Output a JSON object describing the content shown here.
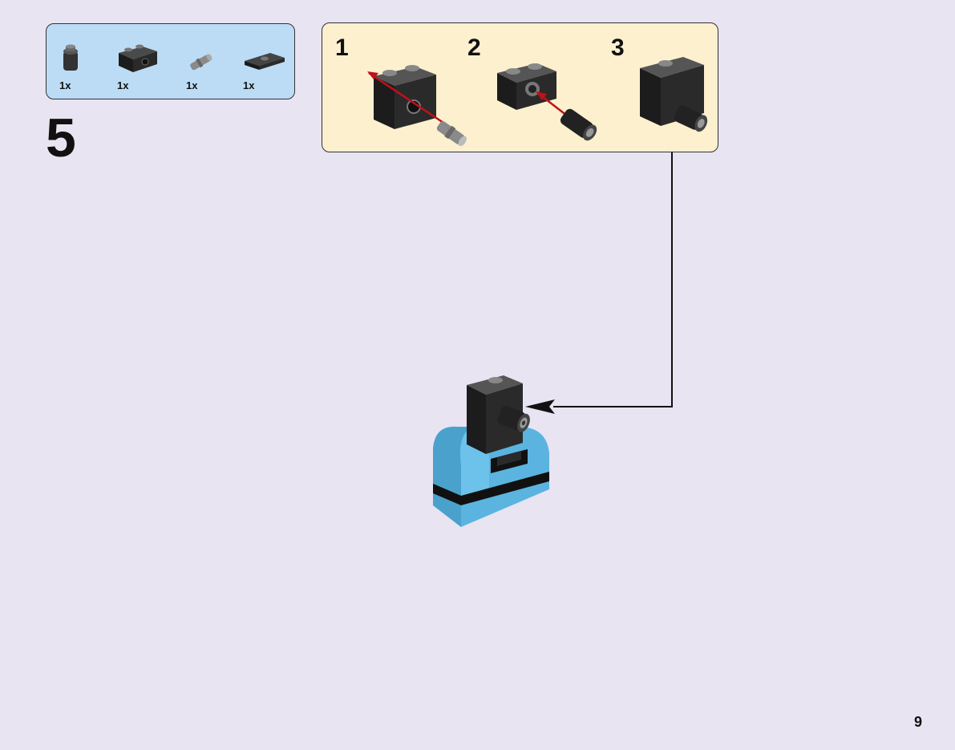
{
  "parts_list": {
    "items": [
      {
        "icon": "round-2x2-brick-icon",
        "quantity": "1x"
      },
      {
        "icon": "technic-brick-1x2-icon",
        "quantity": "1x"
      },
      {
        "icon": "technic-pin-icon",
        "quantity": "1x"
      },
      {
        "icon": "jumper-plate-icon",
        "quantity": "1x"
      }
    ]
  },
  "step": {
    "number": "5"
  },
  "sub_assembly": {
    "steps": [
      {
        "number": "1"
      },
      {
        "number": "2"
      },
      {
        "number": "3"
      }
    ]
  },
  "page": {
    "number": "9"
  },
  "colors": {
    "background": "#e8e4f2",
    "parts_panel": "#bcdcf5",
    "sub_panel": "#fdf0cf",
    "arrow_red": "#c0101a",
    "brick_black": "#222222",
    "brick_light_blue": "#5bb4e0"
  }
}
